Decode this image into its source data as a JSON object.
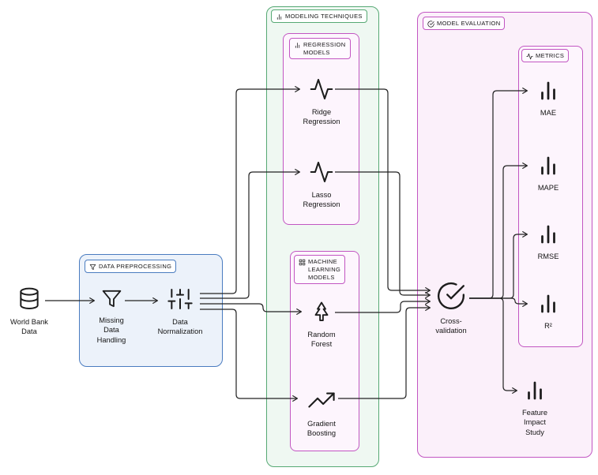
{
  "colors": {
    "preprocessing_blue": "#4a7cc0",
    "modeling_green": "#56a974",
    "evaluation_magenta": "#c256c2",
    "connector_black": "#222222",
    "background": "#ffffff"
  },
  "groups": {
    "preprocessing": {
      "title": "DATA PREPROCESSING"
    },
    "modeling": {
      "title": "MODELING TECHNIQUES"
    },
    "regression": {
      "title": "REGRESSION\nMODELS"
    },
    "ml_models": {
      "title": "MACHINE\nLEARNING\nMODELS"
    },
    "evaluation": {
      "title": "MODEL EVALUATION"
    },
    "metrics": {
      "title": "METRICS"
    }
  },
  "nodes": {
    "world_bank": "World Bank\nData",
    "missing_data": "Missing\nData\nHandling",
    "normalization": "Data\nNormalization",
    "ridge": "Ridge\nRegression",
    "lasso": "Lasso\nRegression",
    "random_forest": "Random\nForest",
    "gradient_boosting": "Gradient\nBoosting",
    "cross_validation": "Cross-\nvalidation",
    "mae": "MAE",
    "mape": "MAPE",
    "rmse": "RMSE",
    "r2": "R²",
    "feature_impact": "Feature\nImpact\nStudy"
  }
}
